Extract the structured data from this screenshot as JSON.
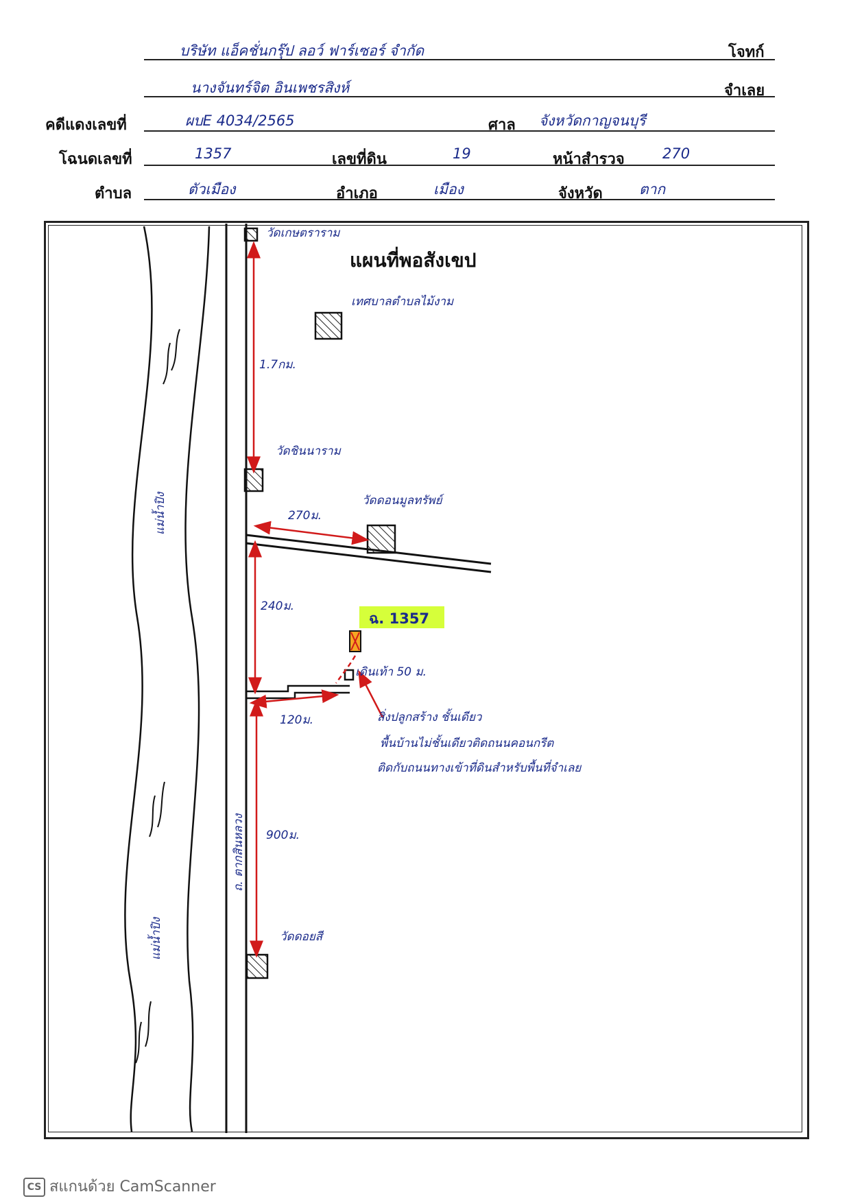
{
  "header": {
    "plaintiff": {
      "label": "โจทก์",
      "value": "บริษัท แอ็คชั่นกรุ๊ป ลอว์ ฟาร์เซอร์ จำกัด"
    },
    "defendant": {
      "label": "จำเลย",
      "value": "นางจันทร์จิต อินเพชรสิงห์"
    },
    "case": {
      "label": "คดีแดงเลขที่",
      "value": "ผบE 4034/2565",
      "court_label": "ศาล",
      "court_value": "จังหวัดกาญจนบุรี"
    },
    "deed": {
      "label": "โฉนดเลขที่",
      "value": "1357",
      "land_no_label": "เลขที่ดิน",
      "land_no_value": "19",
      "survey_label": "หน้าสำรวจ",
      "survey_value": "270"
    },
    "location": {
      "subdistrict_label": "ตำบล",
      "subdistrict_value": "ตัวเมือง",
      "district_label": "อำเภอ",
      "district_value": "เมือง",
      "province_label": "จังหวัด",
      "province_value": "ตาก"
    }
  },
  "map": {
    "title": "แผนที่พอสังเขป",
    "river_top_label": "แม่น้ำปิง",
    "river_bottom_label": "แม่น้ำปิง",
    "road_label": "ถ. ตากสินหลวง",
    "landmarks": {
      "top": "วัดเกษตราราม",
      "municipality": "เทศบาลตำบลไม้งาม",
      "middle": "วัดชินนาราม",
      "right": "วัดดอนมูลทรัพย์",
      "bottom": "วัดดอยสี"
    },
    "distances": {
      "d1": "1.7กม.",
      "d2": "270ม.",
      "d3": "240ม.",
      "d4": "120ม.",
      "d5": "900ม.",
      "d6": "เดินเท้า 50 ม."
    },
    "parcel_tag": "ฉ. 1357",
    "note_lines": [
      "สิ่งปลูกสร้าง ชั้นเดียว",
      "พื้นบ้านไม่ชั้นเดียวติดถนนคอนกรีต",
      "ติดกับถนนทางเข้าที่ดินสำหรับพื้นที่จำเลย"
    ]
  },
  "footer": {
    "cs": "CS",
    "text": "สแกนด้วย CamScanner"
  },
  "colors": {
    "ink": "#1a2a8a",
    "arrow": "#d11a1a",
    "highlight": "#d6ff3a"
  }
}
